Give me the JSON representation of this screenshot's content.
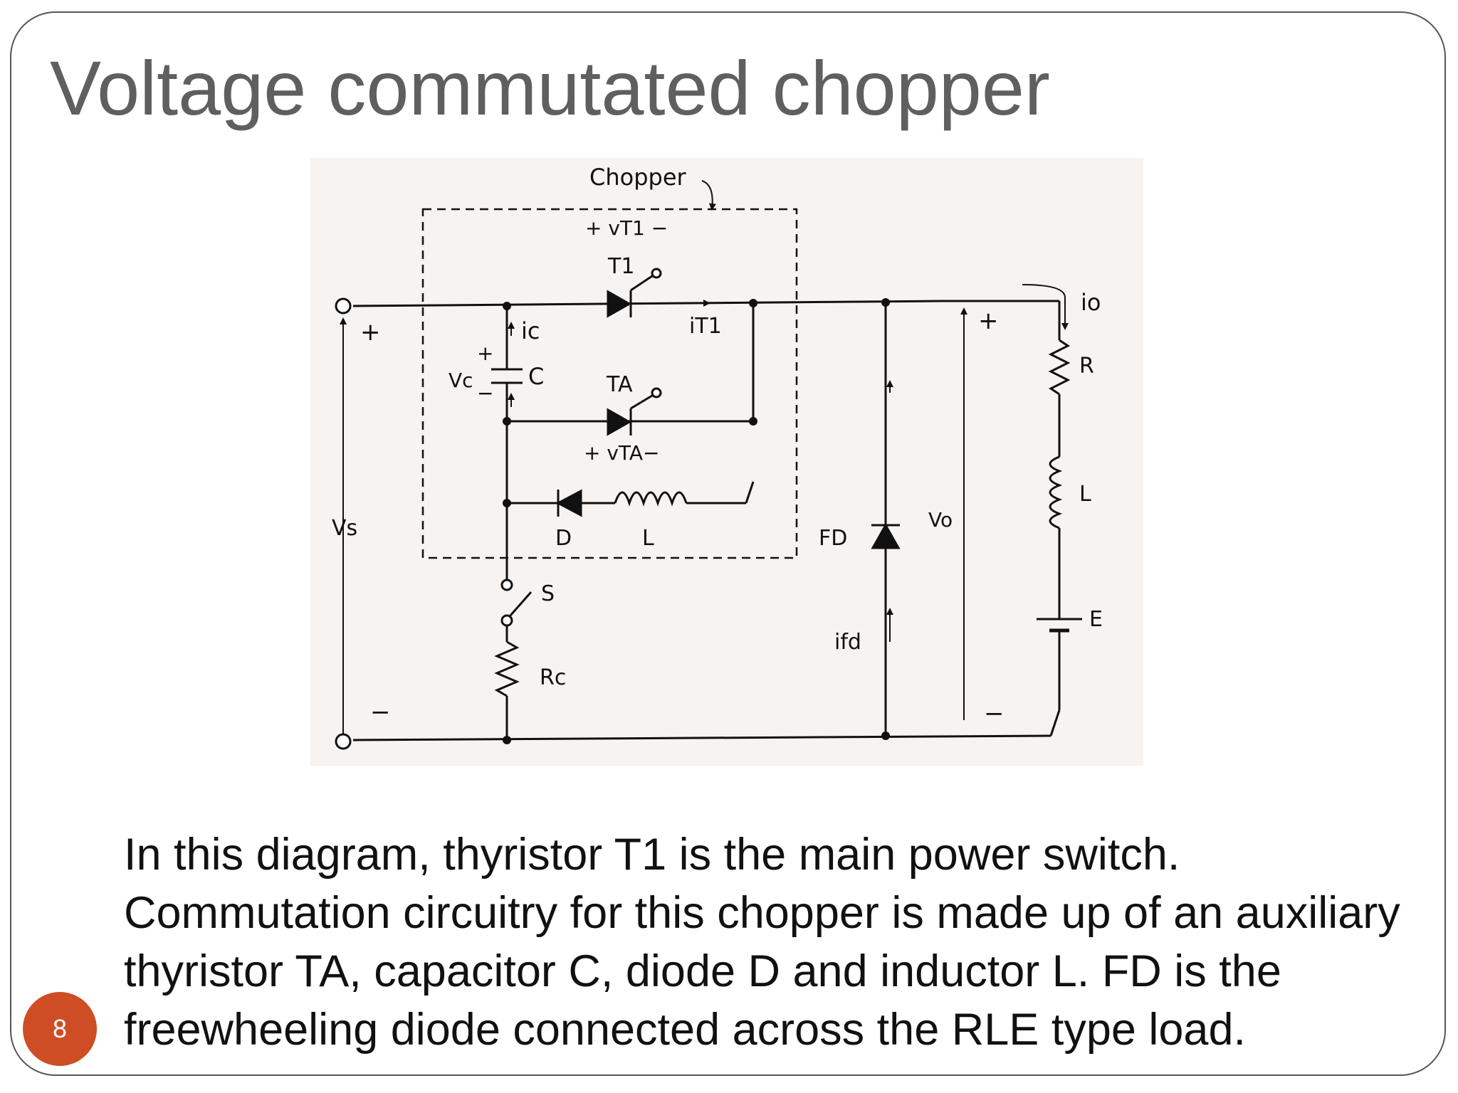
{
  "slide": {
    "title": "Voltage commutated chopper",
    "body": "In this diagram, thyristor T1 is the main power switch. Commutation circuitry for this chopper is made up of an auxiliary thyristor TA, capacitor C, diode D and inductor L. FD is the freewheeling diode connected across the RLE type load.",
    "slide_number": "8",
    "accent_color": "#cf4d24"
  },
  "diagram": {
    "labels": {
      "chopper": "Chopper",
      "vt1": "+ vT1 −",
      "t1": "T1",
      "it1": "iT1",
      "ic": "ic",
      "vc": "Vc",
      "c": "C",
      "ta": "TA",
      "vta": "+ vTA−",
      "d": "D",
      "l_comm": "L",
      "fd": "FD",
      "ifd": "ifd",
      "vo": "Vo",
      "io": "io",
      "r": "R",
      "l_load": "L",
      "e": "E",
      "vs": "Vs",
      "s": "S",
      "rc": "Rc"
    },
    "polarity": {
      "vs_plus": "+",
      "vs_minus": "−",
      "vo_plus": "+",
      "vo_minus": "−",
      "vc_plus": "+",
      "vc_minus": "−"
    },
    "components": [
      "T1",
      "TA",
      "C",
      "D",
      "L",
      "FD",
      "R",
      "L",
      "E",
      "S",
      "Rc"
    ]
  }
}
